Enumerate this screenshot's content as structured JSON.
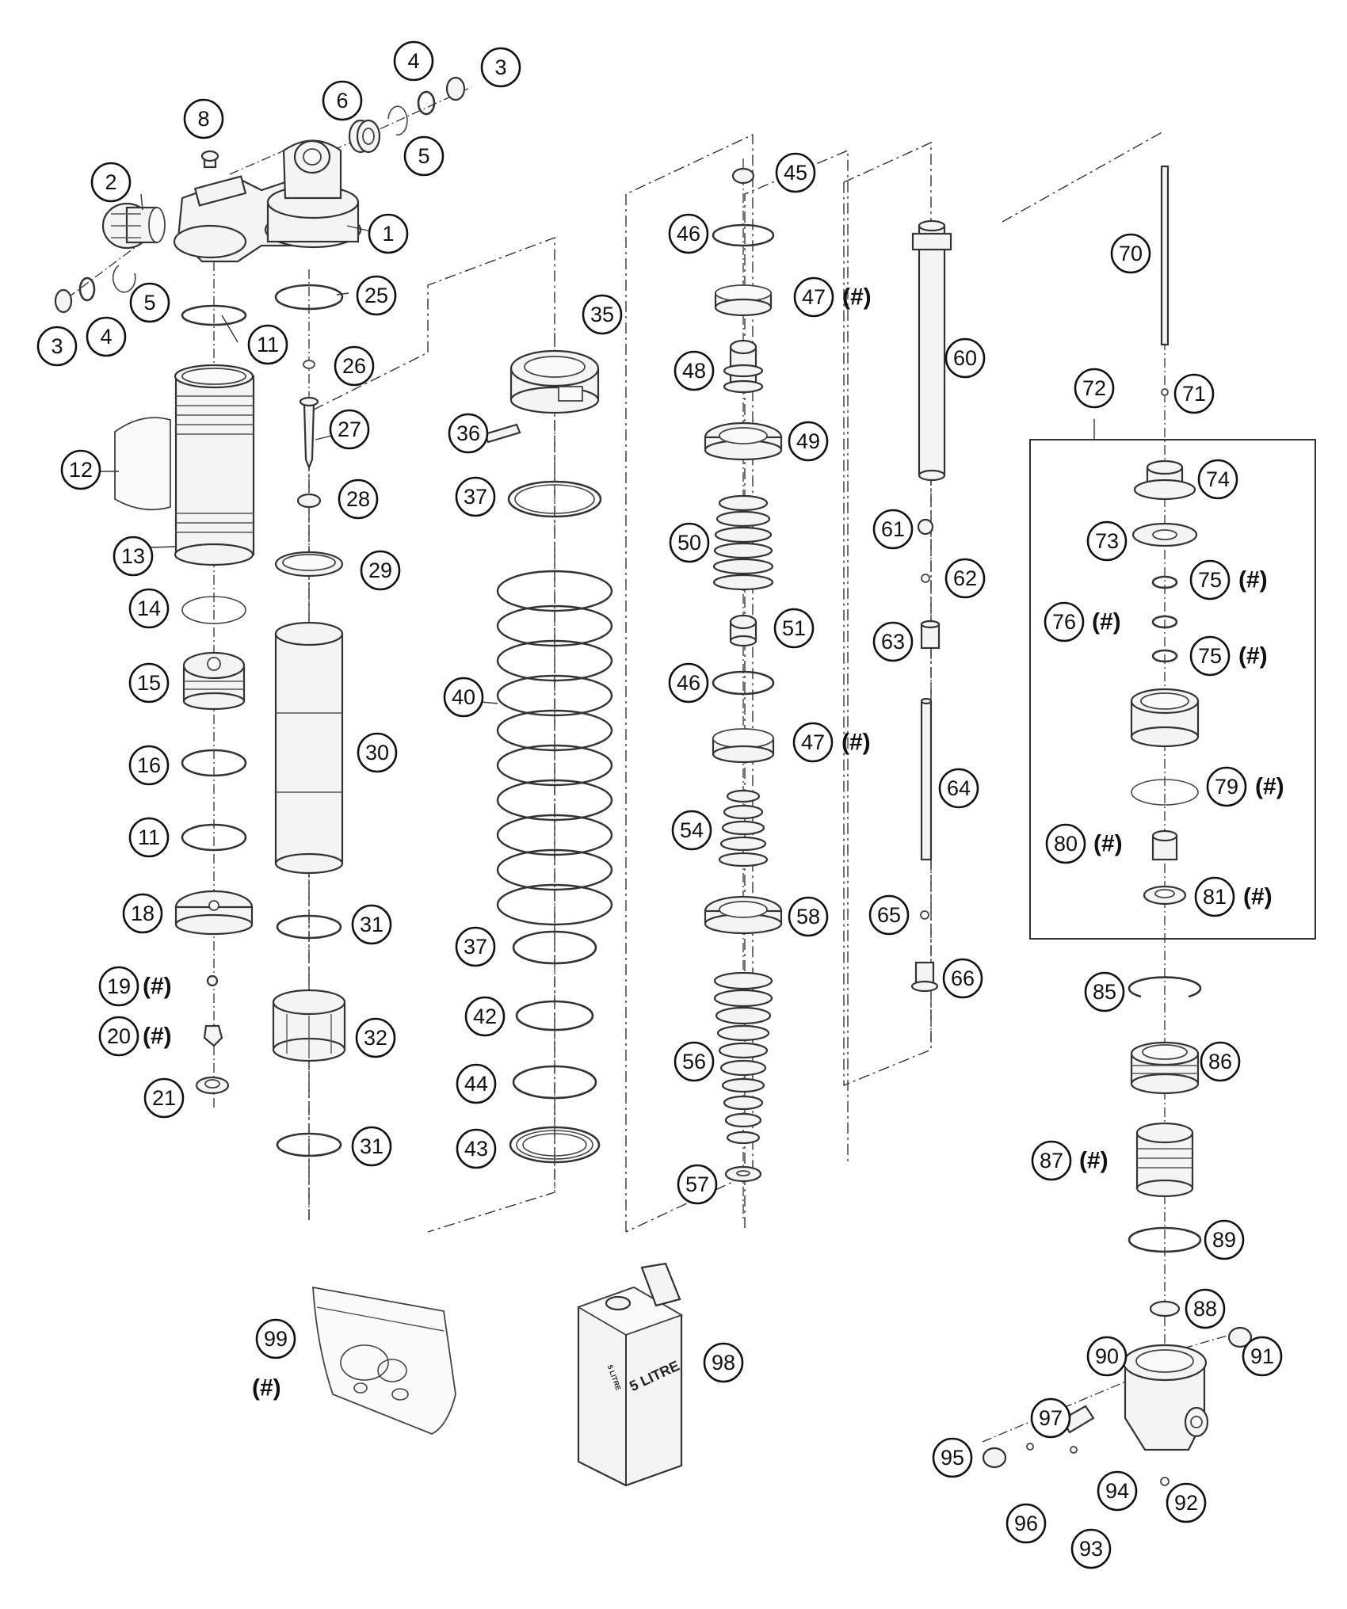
{
  "callouts": [
    {
      "num": "1"
    },
    {
      "num": "2"
    },
    {
      "num": "3"
    },
    {
      "num": "3"
    },
    {
      "num": "4"
    },
    {
      "num": "4"
    },
    {
      "num": "5"
    },
    {
      "num": "5"
    },
    {
      "num": "6"
    },
    {
      "num": "8"
    },
    {
      "num": "11"
    },
    {
      "num": "11"
    },
    {
      "num": "12"
    },
    {
      "num": "13"
    },
    {
      "num": "14"
    },
    {
      "num": "15"
    },
    {
      "num": "16"
    },
    {
      "num": "18"
    },
    {
      "num": "19",
      "hash": "(#)"
    },
    {
      "num": "20",
      "hash": "(#)"
    },
    {
      "num": "21"
    },
    {
      "num": "25"
    },
    {
      "num": "26"
    },
    {
      "num": "27"
    },
    {
      "num": "28"
    },
    {
      "num": "29"
    },
    {
      "num": "30"
    },
    {
      "num": "31"
    },
    {
      "num": "31"
    },
    {
      "num": "32"
    },
    {
      "num": "35"
    },
    {
      "num": "36"
    },
    {
      "num": "37"
    },
    {
      "num": "37"
    },
    {
      "num": "40"
    },
    {
      "num": "42"
    },
    {
      "num": "44"
    },
    {
      "num": "43"
    },
    {
      "num": "45"
    },
    {
      "num": "46"
    },
    {
      "num": "47",
      "hash": "(#)"
    },
    {
      "num": "48"
    },
    {
      "num": "49"
    },
    {
      "num": "50"
    },
    {
      "num": "51"
    },
    {
      "num": "46"
    },
    {
      "num": "47",
      "hash": "(#)"
    },
    {
      "num": "54"
    },
    {
      "num": "58"
    },
    {
      "num": "56"
    },
    {
      "num": "57"
    },
    {
      "num": "60"
    },
    {
      "num": "61"
    },
    {
      "num": "62"
    },
    {
      "num": "63"
    },
    {
      "num": "64"
    },
    {
      "num": "65"
    },
    {
      "num": "66"
    },
    {
      "num": "70"
    },
    {
      "num": "71"
    },
    {
      "num": "72"
    },
    {
      "num": "74"
    },
    {
      "num": "73"
    },
    {
      "num": "75",
      "hash": "(#)"
    },
    {
      "num": "76",
      "hash": "(#)"
    },
    {
      "num": "75",
      "hash": "(#)"
    },
    {
      "num": "79",
      "hash": "(#)"
    },
    {
      "num": "80",
      "hash": "(#)"
    },
    {
      "num": "81",
      "hash": "(#)"
    },
    {
      "num": "85"
    },
    {
      "num": "86"
    },
    {
      "num": "87",
      "hash": "(#)"
    },
    {
      "num": "89"
    },
    {
      "num": "88"
    },
    {
      "num": "90"
    },
    {
      "num": "91"
    },
    {
      "num": "97"
    },
    {
      "num": "95"
    },
    {
      "num": "94"
    },
    {
      "num": "92"
    },
    {
      "num": "96"
    },
    {
      "num": "93"
    },
    {
      "num": "99",
      "hash": "(#)"
    },
    {
      "num": "98"
    }
  ],
  "oil_can_label": "5 LITRE",
  "oil_can_side_label": "5 LITRE"
}
